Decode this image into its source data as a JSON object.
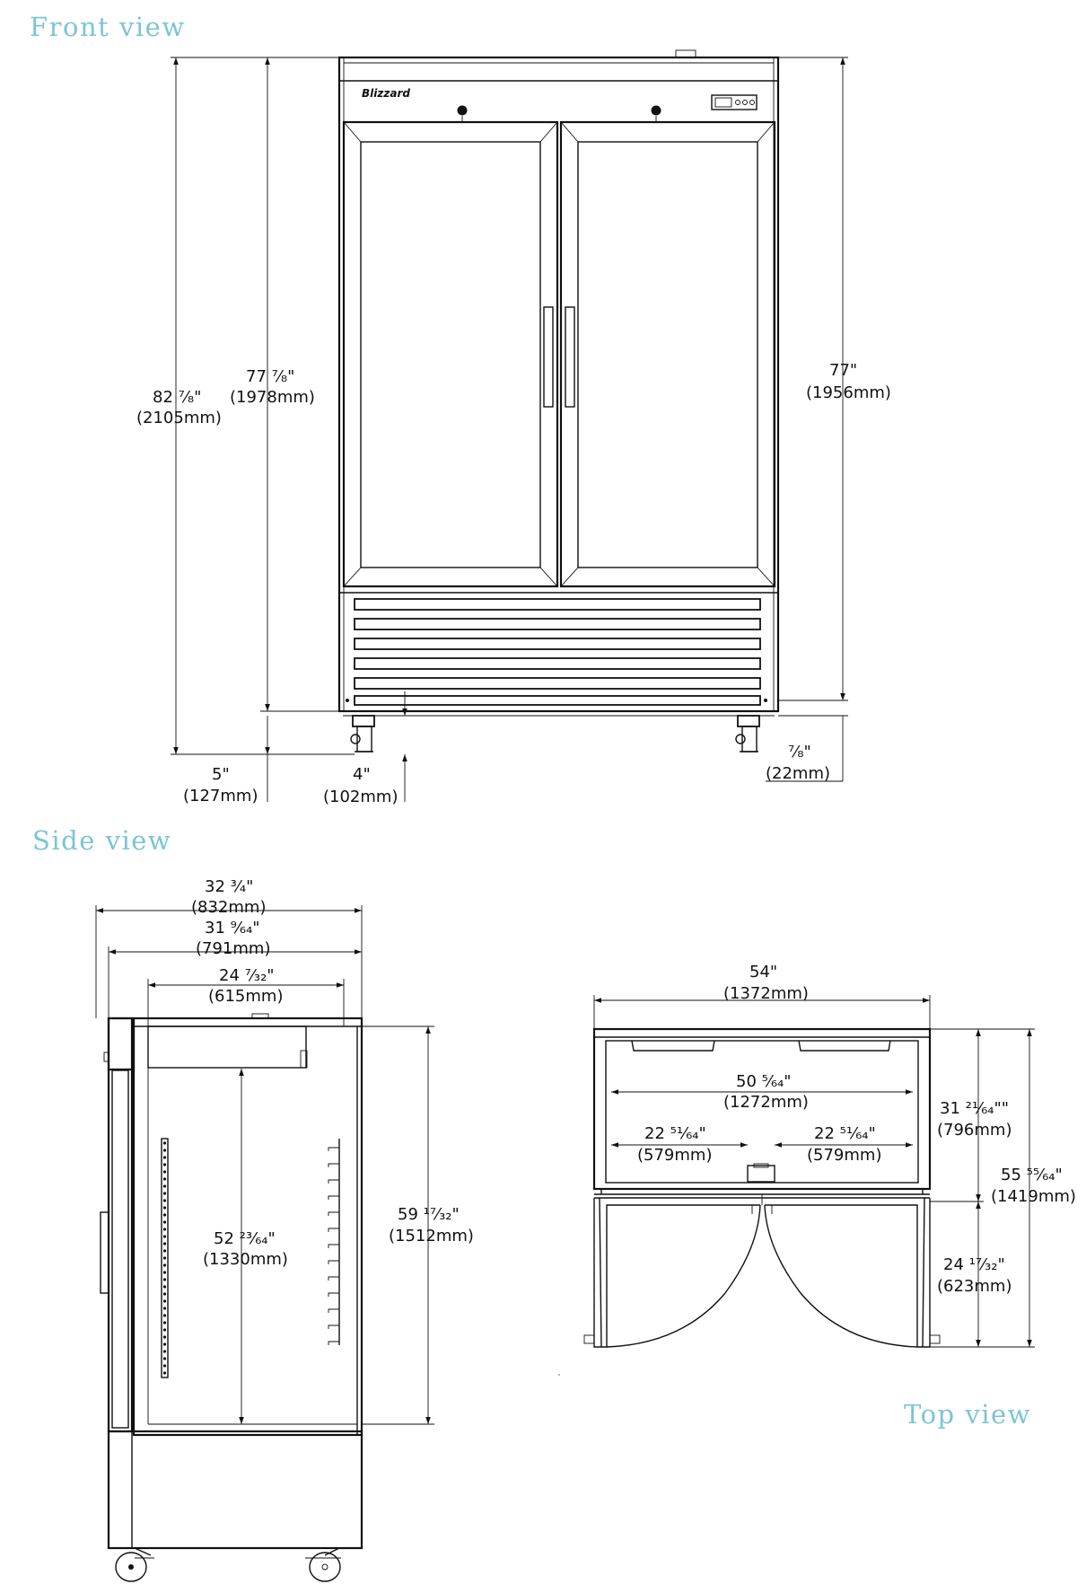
{
  "titles": {
    "front": "Front view",
    "side": "Side view",
    "top": "Top view"
  },
  "colors": {
    "title": "#7cc4d6",
    "line": "#111111"
  },
  "front": {
    "overall_height": {
      "frac": "82 ⁷⁄₈\"",
      "mm": "(2105mm)"
    },
    "cabinet_height": {
      "frac": "77 ⁷⁄₈\"",
      "mm": "(1978mm)"
    },
    "body_height": {
      "frac": "77\"",
      "mm": "(1956mm)"
    },
    "caster_height": {
      "frac": "5\"",
      "mm": "(127mm)"
    },
    "caster_offset": {
      "frac": "4\"",
      "mm": "(102mm)"
    },
    "ground_clear": {
      "frac": "⁷⁄₈\"",
      "mm": "(22mm)"
    },
    "brand_text": "Blizzard"
  },
  "side": {
    "depth_overall": {
      "frac": "32 ³⁄₄\"",
      "mm": "(832mm)"
    },
    "depth_body": {
      "frac": "31 ⁹⁄₆₄\"",
      "mm": "(791mm)"
    },
    "depth_interior": {
      "frac": "24 ⁷⁄₃₂\"",
      "mm": "(615mm)"
    },
    "interior_height": {
      "frac": "52 ²³⁄₆₄\"",
      "mm": "(1330mm)"
    },
    "door_height": {
      "frac": "59 ¹⁷⁄₃₂\"",
      "mm": "(1512mm)"
    }
  },
  "top": {
    "width": {
      "frac": "54\"",
      "mm": "(1372mm)"
    },
    "interior_width": {
      "frac": "50 ⁵⁄₆₄\"",
      "mm": "(1272mm)"
    },
    "half_left": {
      "frac": "22 ⁵¹⁄₆₄\"",
      "mm": "(579mm)"
    },
    "half_right": {
      "frac": "22 ⁵¹⁄₆₄\"",
      "mm": "(579mm)"
    },
    "depth_body": {
      "frac": "31 ²¹⁄₆₄\"\"",
      "mm": "(796mm)"
    },
    "depth_total": {
      "frac": "55 ⁵⁵⁄₆₄\"",
      "mm": "(1419mm)"
    },
    "door_swing": {
      "frac": "24 ¹⁷⁄₃₂\"",
      "mm": "(623mm)"
    }
  }
}
